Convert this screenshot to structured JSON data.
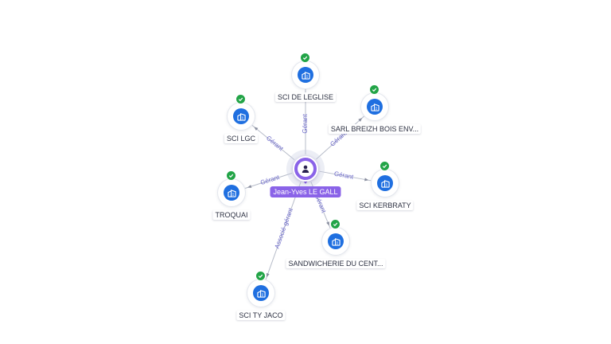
{
  "center": {
    "name": "Jean-Yves LE GALL",
    "icon": "person-icon",
    "color": "#8a63e8"
  },
  "companies": [
    {
      "id": "sci-de-leglise",
      "name": "SCI DE LEGLISE",
      "relation": "Gérant",
      "icon": "building-icon",
      "verified": true
    },
    {
      "id": "sarl-breizh",
      "name": "SARL BREIZH BOIS ENV...",
      "relation": "Gérant",
      "icon": "building-icon",
      "verified": true
    },
    {
      "id": "sci-lgc",
      "name": "SCI LGC",
      "relation": "Gérant",
      "icon": "building-icon",
      "verified": true
    },
    {
      "id": "sci-kerbraty",
      "name": "SCI KERBRATY",
      "relation": "Gérant",
      "icon": "building-icon",
      "verified": true
    },
    {
      "id": "troquai",
      "name": "TROQUAI",
      "relation": "Gérant",
      "icon": "building-icon",
      "verified": true
    },
    {
      "id": "sandwicherie",
      "name": "SANDWICHERIE DU CENT...",
      "relation": "Gérant",
      "icon": "building-icon",
      "verified": true
    },
    {
      "id": "sci-ty-jaco",
      "name": "SCI TY JACO",
      "relation": "Associé-gérant",
      "icon": "building-icon",
      "verified": true
    }
  ],
  "colors": {
    "company": "#1f6fe0",
    "verified": "#22a447",
    "edge": "#b7bcc9",
    "edge_label": "#6a67c9"
  }
}
